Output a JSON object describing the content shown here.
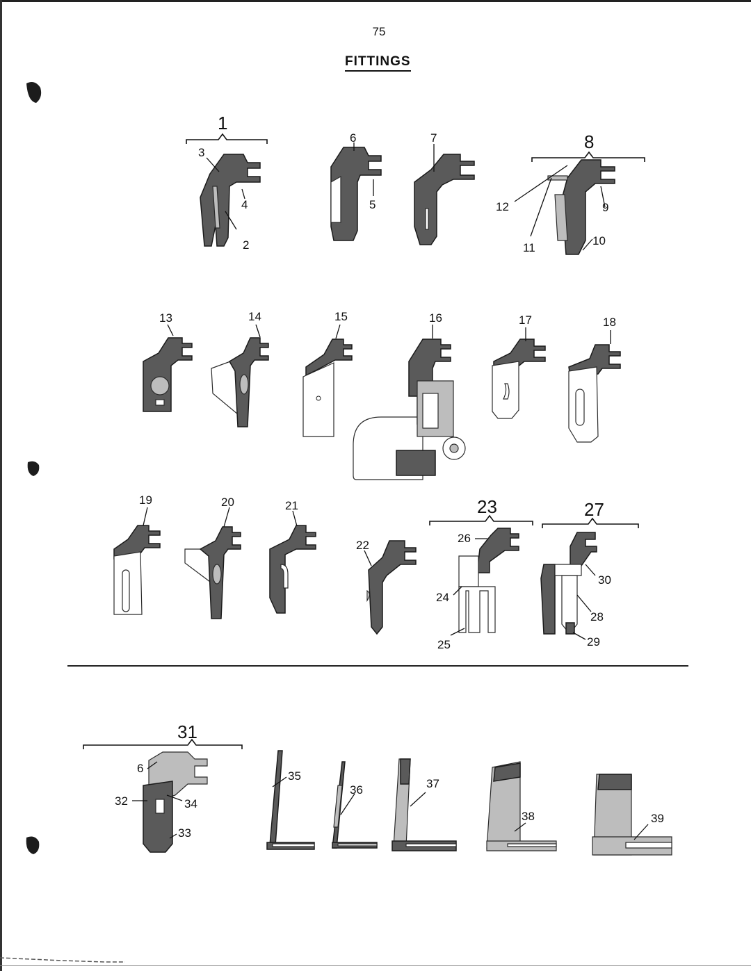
{
  "page": {
    "number": "75",
    "title": "FITTINGS"
  },
  "labels": {
    "l1": "1",
    "l2": "2",
    "l3": "3",
    "l4": "4",
    "l5": "5",
    "l6": "6",
    "l7": "7",
    "l8": "8",
    "l9": "9",
    "l10": "10",
    "l11": "11",
    "l12": "12",
    "l13": "13",
    "l14": "14",
    "l15": "15",
    "l16": "16",
    "l17": "17",
    "l18": "18",
    "l19": "19",
    "l20": "20",
    "l21": "21",
    "l22": "22",
    "l23": "23",
    "l24": "24",
    "l25": "25",
    "l26": "26",
    "l27": "27",
    "l28": "28",
    "l29": "29",
    "l30": "30",
    "l31": "31",
    "l6b": "6",
    "l32": "32",
    "l33": "33",
    "l34": "34",
    "l35": "35",
    "l36": "36",
    "l37": "37",
    "l38": "38",
    "l39": "39"
  }
}
